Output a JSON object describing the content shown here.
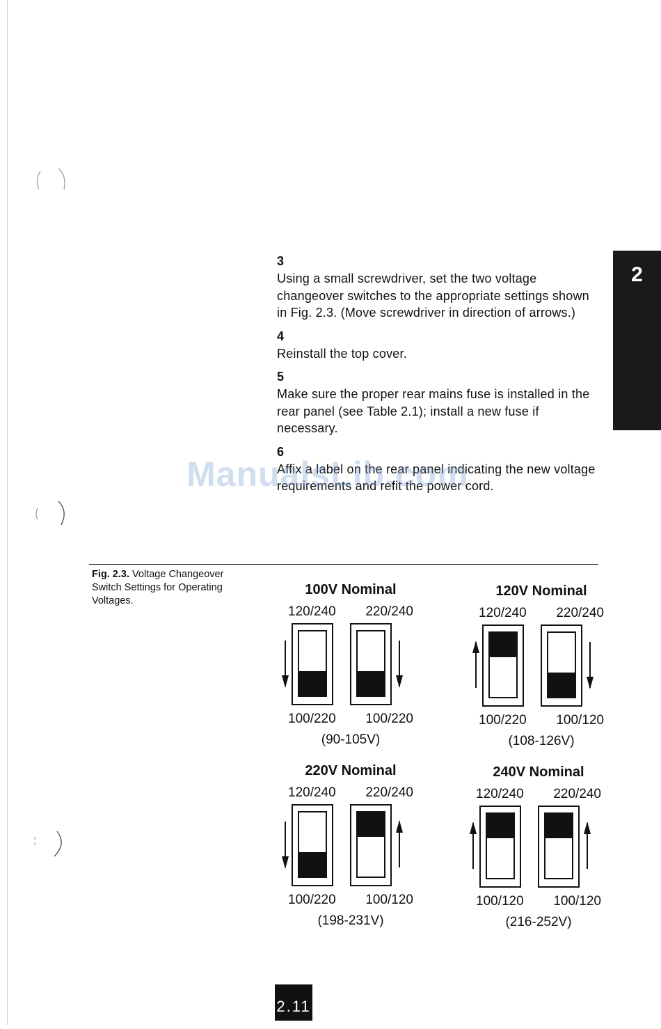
{
  "chapter_tab": "2",
  "steps": [
    {
      "number": "3",
      "text": "Using a small screwdriver, set the two voltage changeover switches to the appropriate settings shown in Fig. 2.3. (Move screwdriver in direction of arrows.)"
    },
    {
      "number": "4",
      "text": "Reinstall the top cover."
    },
    {
      "number": "5",
      "text": "Make sure the proper rear mains fuse is installed in the rear panel (see Table 2.1); install a new fuse if necessary."
    },
    {
      "number": "6",
      "text": "Affix a label on the rear panel indicating the new voltage requirements and refit the power cord."
    }
  ],
  "watermark": "ManualsLib.com",
  "figure": {
    "label": "Fig. 2.3.",
    "caption": "Voltage Changeover Switch Settings for Operating Voltages.",
    "panels": [
      {
        "title": "100V Nominal",
        "switch1": {
          "top_label": "120/240",
          "bottom_label": "100/220",
          "position": "down"
        },
        "switch2": {
          "top_label": "220/240",
          "bottom_label": "100/220",
          "position": "down"
        },
        "range": "(90-105V)"
      },
      {
        "title": "120V Nominal",
        "switch1": {
          "top_label": "120/240",
          "bottom_label": "100/220",
          "position": "up"
        },
        "switch2": {
          "top_label": "220/240",
          "bottom_label": "100/120",
          "position": "down"
        },
        "range": "(108-126V)"
      },
      {
        "title": "220V Nominal",
        "switch1": {
          "top_label": "120/240",
          "bottom_label": "100/220",
          "position": "down"
        },
        "switch2": {
          "top_label": "220/240",
          "bottom_label": "100/120",
          "position": "up"
        },
        "range": "(198-231V)"
      },
      {
        "title": "240V Nominal",
        "switch1": {
          "top_label": "120/240",
          "bottom_label": "100/120",
          "position": "up"
        },
        "switch2": {
          "top_label": "220/240",
          "bottom_label": "100/120",
          "position": "up"
        },
        "range": "(216-252V)"
      }
    ]
  },
  "page_number": "2.11"
}
